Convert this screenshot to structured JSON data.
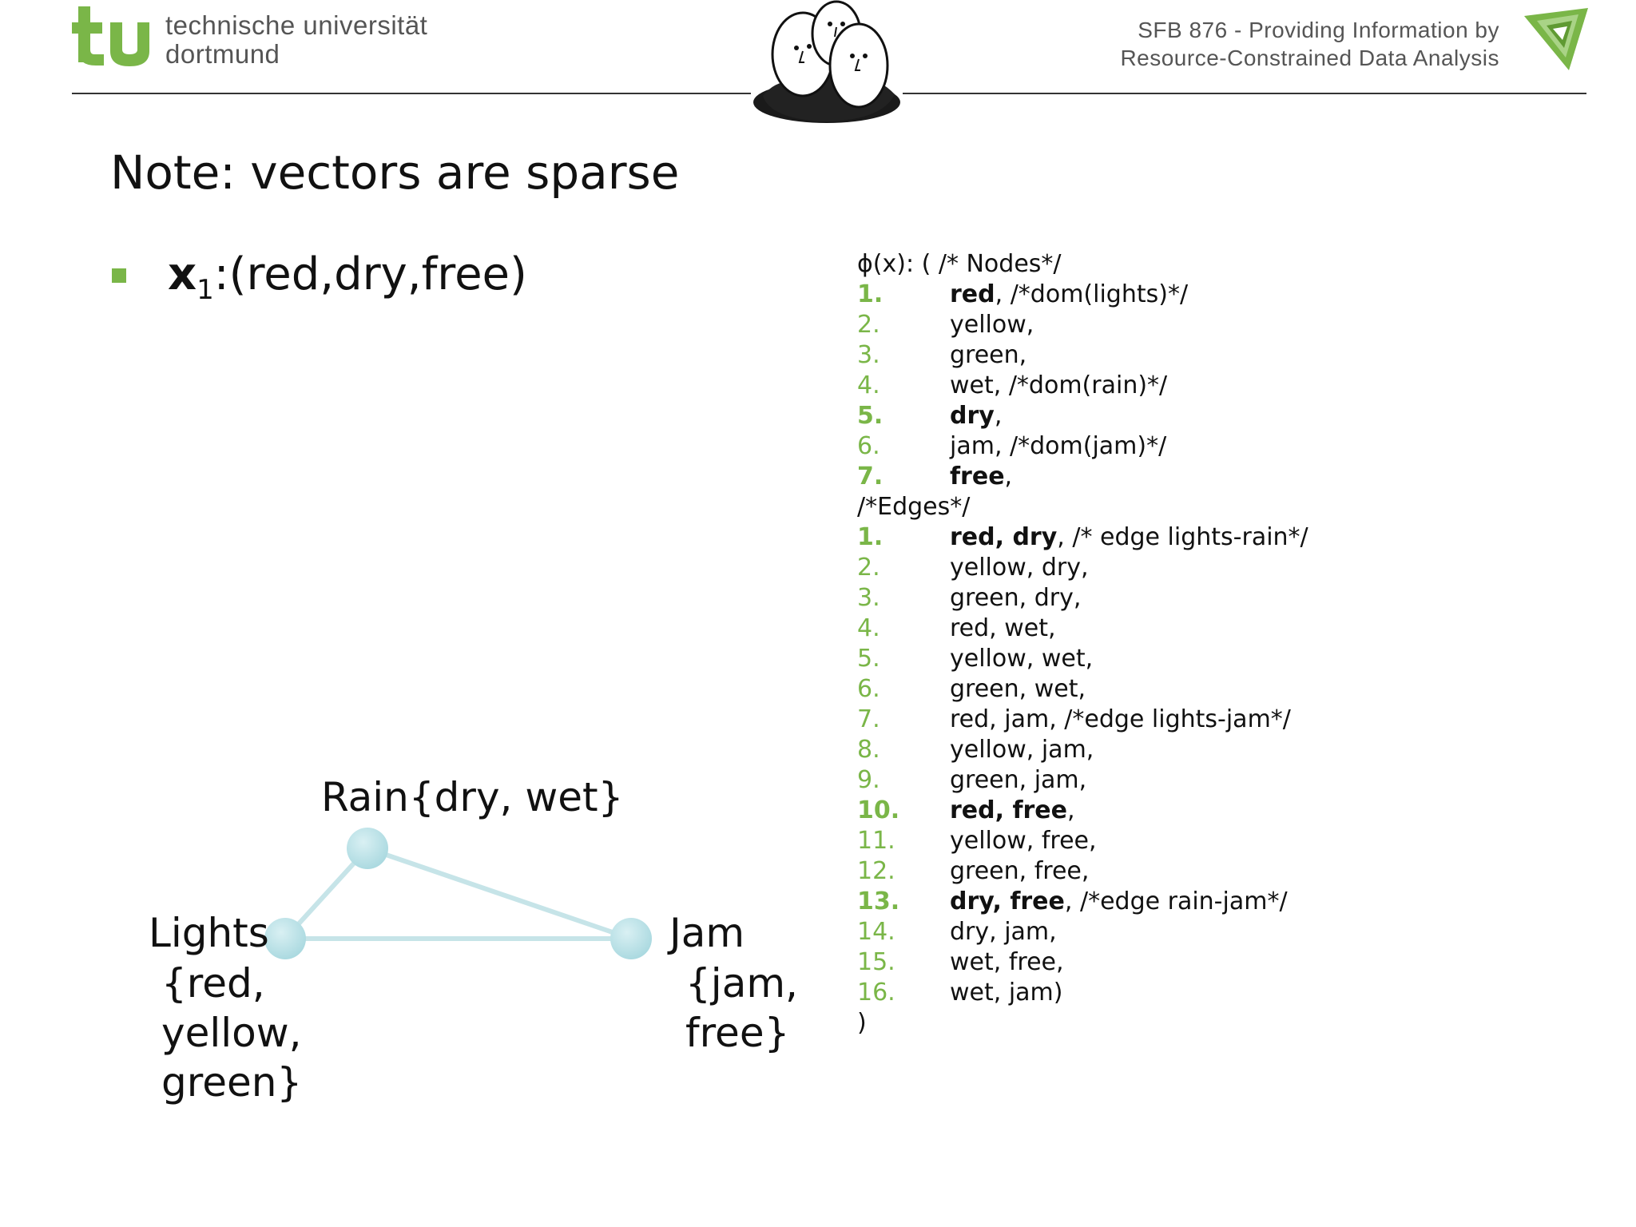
{
  "header": {
    "uni_line1": "technische universität",
    "uni_line2": "dortmund",
    "sfb_line1": "SFB 876  -  Providing Information by",
    "sfb_line2": "Resource-Constrained Data Analysis",
    "accent_color": "#7ab648"
  },
  "slide": {
    "title": "Note: vectors are sparse",
    "bullet": {
      "var": "x",
      "sub": "1",
      "rest": ":(red,dry,free)"
    }
  },
  "graph": {
    "rain_label": "Rain{dry, wet}",
    "lights_label": "Lights",
    "lights_dom": [
      "{red,",
      "yellow,",
      "green}"
    ],
    "jam_label": "Jam",
    "jam_dom": [
      "{jam,",
      "free}"
    ],
    "node_color": "#a8d8df",
    "edge_color": "#c6e4e8"
  },
  "features": {
    "header": "ϕ(x): ( /* Nodes*/",
    "nodes": [
      {
        "num": "1.",
        "text": "red",
        "suffix": ", /*dom(lights)*/",
        "bold": true
      },
      {
        "num": "2.",
        "text": "yellow,",
        "suffix": "",
        "bold": false
      },
      {
        "num": "3.",
        "text": "green,",
        "suffix": "",
        "bold": false
      },
      {
        "num": "4.",
        "text": "wet, /*dom(rain)*/",
        "suffix": "",
        "bold": false
      },
      {
        "num": "5.",
        "text": "dry",
        "suffix": ",",
        "bold": true
      },
      {
        "num": "6.",
        "text": "jam, /*dom(jam)*/",
        "suffix": "",
        "bold": false
      },
      {
        "num": "7.",
        "text": "free",
        "suffix": ",",
        "bold": true
      }
    ],
    "edges_header": "/*Edges*/",
    "edges": [
      {
        "num": "1.",
        "text": "red, dry",
        "suffix": ", /* edge lights-rain*/",
        "bold": true
      },
      {
        "num": "2.",
        "text": "yellow, dry,",
        "suffix": "",
        "bold": false
      },
      {
        "num": "3.",
        "text": "green, dry,",
        "suffix": "",
        "bold": false
      },
      {
        "num": "4.",
        "text": "red, wet,",
        "suffix": "",
        "bold": false
      },
      {
        "num": "5.",
        "text": "yellow, wet,",
        "suffix": "",
        "bold": false
      },
      {
        "num": "6.",
        "text": "green, wet,",
        "suffix": "",
        "bold": false
      },
      {
        "num": "7.",
        "text": " red, jam, /*edge lights-jam*/",
        "suffix": "",
        "bold": false
      },
      {
        "num": "8.",
        "text": "yellow, jam,",
        "suffix": "",
        "bold": false
      },
      {
        "num": "9.",
        "text": "green, jam,",
        "suffix": "",
        "bold": false
      },
      {
        "num": "10.",
        "text": "red, free",
        "suffix": ",",
        "bold": true
      },
      {
        "num": "11.",
        "text": "yellow, free,",
        "suffix": "",
        "bold": false
      },
      {
        "num": "12.",
        "text": "green, free,",
        "suffix": "",
        "bold": false
      },
      {
        "num": "13.",
        "text": "dry, free",
        "suffix": ", /*edge rain-jam*/",
        "bold": true
      },
      {
        "num": "14.",
        "text": "dry, jam,",
        "suffix": "",
        "bold": false
      },
      {
        "num": "15.",
        "text": "wet, free,",
        "suffix": "",
        "bold": false
      },
      {
        "num": "16.",
        "text": "wet, jam)",
        "suffix": "",
        "bold": false
      }
    ],
    "closing": ")"
  }
}
